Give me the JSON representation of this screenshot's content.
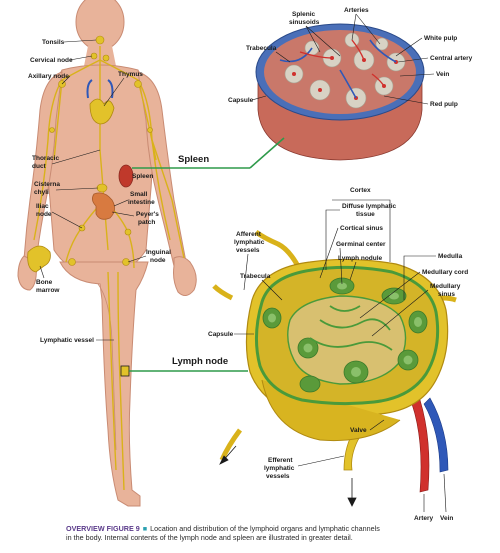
{
  "body_labels": {
    "tonsils": "Tonsils",
    "cervical_node": "Cervical node",
    "axillary_node": "Axillary node",
    "thymus": "Thymus",
    "thoracic_duct_1": "Thoracic",
    "thoracic_duct_2": "duct",
    "cisterna_chyli_1": "Cisterna",
    "cisterna_chyli_2": "chyli",
    "spleen_small": "Spleen",
    "small_intestine_1": "Small",
    "small_intestine_2": "intestine",
    "peyers_patch_1": "Peyer's",
    "peyers_patch_2": "patch",
    "iliac_node_1": "Iliac",
    "iliac_node_2": "node",
    "inguinal_node_1": "Inguinal",
    "inguinal_node_2": "node",
    "bone_marrow_1": "Bone",
    "bone_marrow_2": "marrow",
    "lymphatic_vessel": "Lymphatic vessel"
  },
  "callouts": {
    "spleen": "Spleen",
    "lymph_node": "Lymph node"
  },
  "spleen_labels": {
    "splenic_sinusoids_1": "Splenic",
    "splenic_sinusoids_2": "sinusoids",
    "arteries": "Arteries",
    "white_pulp": "White pulp",
    "central_artery": "Central artery",
    "vein": "Vein",
    "red_pulp": "Red pulp",
    "trabecula": "Trabecula",
    "capsule": "Capsule"
  },
  "node_labels": {
    "cortex": "Cortex",
    "diffuse_1": "Diffuse lymphatic",
    "diffuse_2": "tissue",
    "cortical_sinus": "Cortical sinus",
    "germinal_center": "Germinal center",
    "lymph_nodule": "Lymph nodule",
    "medulla": "Medulla",
    "medullary_cord": "Medullary cord",
    "medullary_sinus_1": "Medullary",
    "medullary_sinus_2": "sinus",
    "afferent_1": "Afferent",
    "afferent_2": "lymphatic",
    "afferent_3": "vessels",
    "trabecula": "Trabecula",
    "capsule": "Capsule",
    "valve": "Valve",
    "efferent_1": "Efferent",
    "efferent_2": "lymphatic",
    "efferent_3": "vessels",
    "artery": "Artery",
    "vein": "Vein"
  },
  "caption": {
    "figure": "OVERVIEW FIGURE 9",
    "square": "■",
    "line1": "Location and distribution of the lymphoid organs and lymphatic channels",
    "line2": "in the body. Internal contents of the lymph node and spleen are illustrated in greater detail."
  },
  "colors": {
    "skin": "#e8b39a",
    "skin_shadow": "#c98b73",
    "lymph": "#d9b21a",
    "lymph_dark": "#b08a10",
    "capsule_blue": "#4a6fb8",
    "red_pulp": "#c9786a",
    "white_pulp": "#d8d2c4",
    "node_yellow": "#e2c22a",
    "node_green": "#5a9a3a",
    "artery_red": "#d0312d",
    "vein_blue": "#2f58b8",
    "callout_green": "#2e9a4a"
  }
}
